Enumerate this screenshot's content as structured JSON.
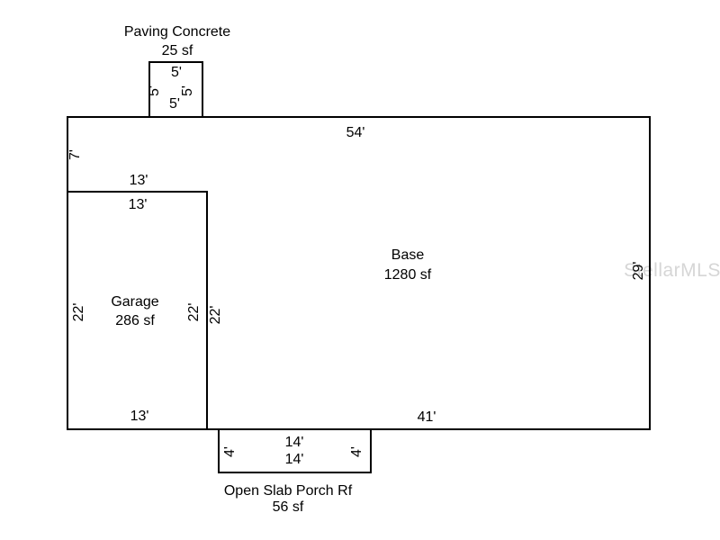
{
  "sketch": {
    "paving": {
      "title": "Paving Concrete",
      "area": "25 sf",
      "dim_top": "5'",
      "dim_left": "5'",
      "dim_right": "5'",
      "dim_bottom": "5'"
    },
    "base": {
      "title": "Base",
      "area": "1280 sf",
      "dim_top": "54'",
      "dim_left_upper": "7'",
      "dim_left_step": "13'",
      "dim_inner_wall": "22'",
      "dim_right": "29'",
      "dim_bottom": "41'"
    },
    "garage": {
      "title": "Garage",
      "area": "286 sf",
      "dim_top": "13'",
      "dim_left": "22'",
      "dim_right": "22'",
      "dim_bottom": "13'"
    },
    "porch": {
      "title": "Open Slab Porch Rf",
      "area": "56 sf",
      "dim_top": "14'",
      "dim_bottom": "14'",
      "dim_left": "4'",
      "dim_right": "4'"
    },
    "watermark": "StellarMLS"
  },
  "colors": {
    "line": "#000000",
    "watermark": "#d6d6d6",
    "background": "#ffffff"
  }
}
